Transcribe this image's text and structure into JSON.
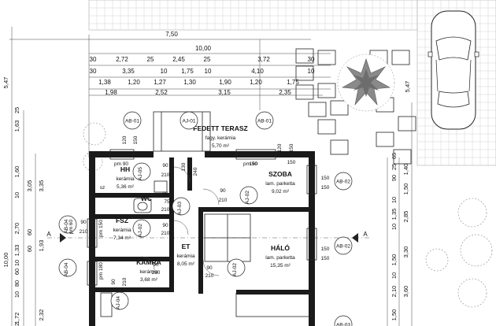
{
  "dimensions": {
    "top_overall": "10,00",
    "top_upper": "7,50",
    "row1": [
      "30",
      "2,72",
      "25",
      "2,45",
      "25",
      "3,72",
      "30"
    ],
    "row2": [
      "30",
      "3,35",
      "10",
      "1,75",
      "10",
      "4,10",
      "10"
    ],
    "row3": [
      "1,38",
      "1,20",
      "1,27",
      "1,30",
      "1,90",
      "1,20",
      "1,75"
    ],
    "row4": [
      "1,98",
      "2,52",
      "3,15",
      "2,35"
    ],
    "left_outer": [
      "5,47",
      "1,63",
      "25",
      "1,60",
      "10",
      "2,70",
      "1,33",
      "10",
      "60",
      "80",
      "10",
      "1,72",
      "32",
      "10,00"
    ],
    "left_inner": [
      "3,05",
      "3,35",
      "60",
      "1,93",
      "60",
      "2,32"
    ],
    "right_outer": [
      "5,47",
      "1,40",
      "1,50",
      "2,85",
      "3,30",
      "3,60"
    ],
    "right_inner": [
      "65",
      "25",
      "90",
      "1,35",
      "10",
      "10",
      "10",
      "1,50",
      "2,10",
      "1,50"
    ]
  },
  "rooms": [
    {
      "name": "FEDETT TERASZ",
      "floor": "fagy. kerámia",
      "area": "5,70 m²"
    },
    {
      "name": "SZOBA",
      "floor": "lam. parketta",
      "area": "9,02 m²"
    },
    {
      "name": "HH",
      "floor": "kerámia",
      "area": "5,36 m²"
    },
    {
      "name": "WC",
      "floor": "",
      "area": ""
    },
    {
      "name": "FSZ",
      "floor": "kerámia",
      "area": "7,34 m²"
    },
    {
      "name": "ET",
      "floor": "kerámia",
      "area": "8,05 m²"
    },
    {
      "name": "KAMRA",
      "floor": "kerámia",
      "area": "3,68 m²"
    },
    {
      "name": "HÁLÓ",
      "floor": "lam. parketta",
      "area": "15,35 m²"
    }
  ],
  "tags": [
    "AB-01",
    "AJ-01",
    "AB-01",
    "AB-02",
    "AB-02",
    "AJ-05",
    "AJ-03",
    "AJ-02",
    "AJ-02",
    "AB-04",
    "AB-04",
    "AJ-02",
    "AJ-04",
    "AB-03"
  ],
  "section_mark": "A",
  "openings": {
    "w1": "150",
    "w2": "120",
    "w3": "120",
    "w4": "150",
    "w5": "150",
    "d90": "90",
    "d210": "210",
    "d75": "75",
    "d130": "130",
    "d240": "240",
    "pm90": "pm 90",
    "pm60": "pm 60",
    "pm150": "pm 150",
    "pm180": "pm 180",
    "pm50": "pm 50",
    "sz": "sz"
  }
}
